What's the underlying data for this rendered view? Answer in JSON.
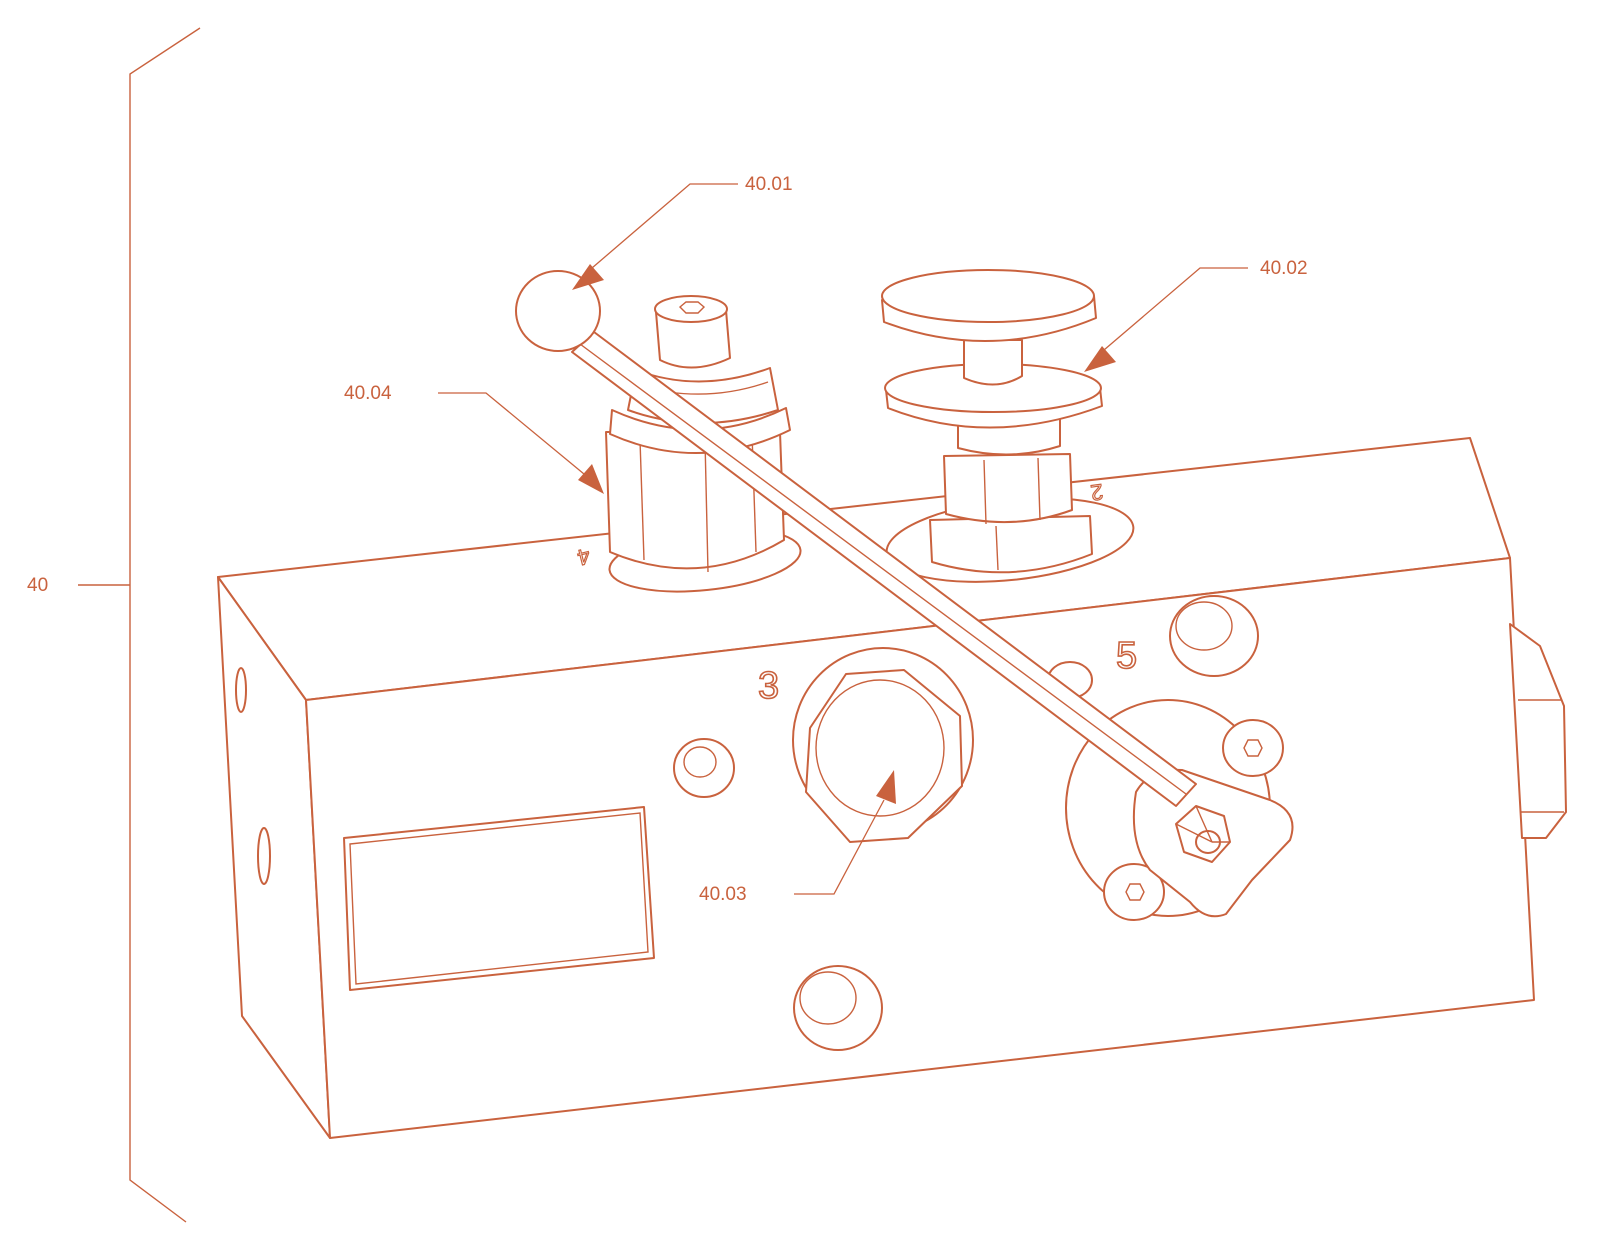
{
  "labels": {
    "assembly": "40",
    "ball_knob": "40.01",
    "push_button": "40.02",
    "hex_plug": "40.03",
    "fitting": "40.04"
  },
  "port_numbers": {
    "front_left": "3",
    "front_right": "5",
    "top_left": "4",
    "top_right": "2"
  },
  "colors": {
    "line": "#c9623e",
    "background": "#ffffff"
  }
}
